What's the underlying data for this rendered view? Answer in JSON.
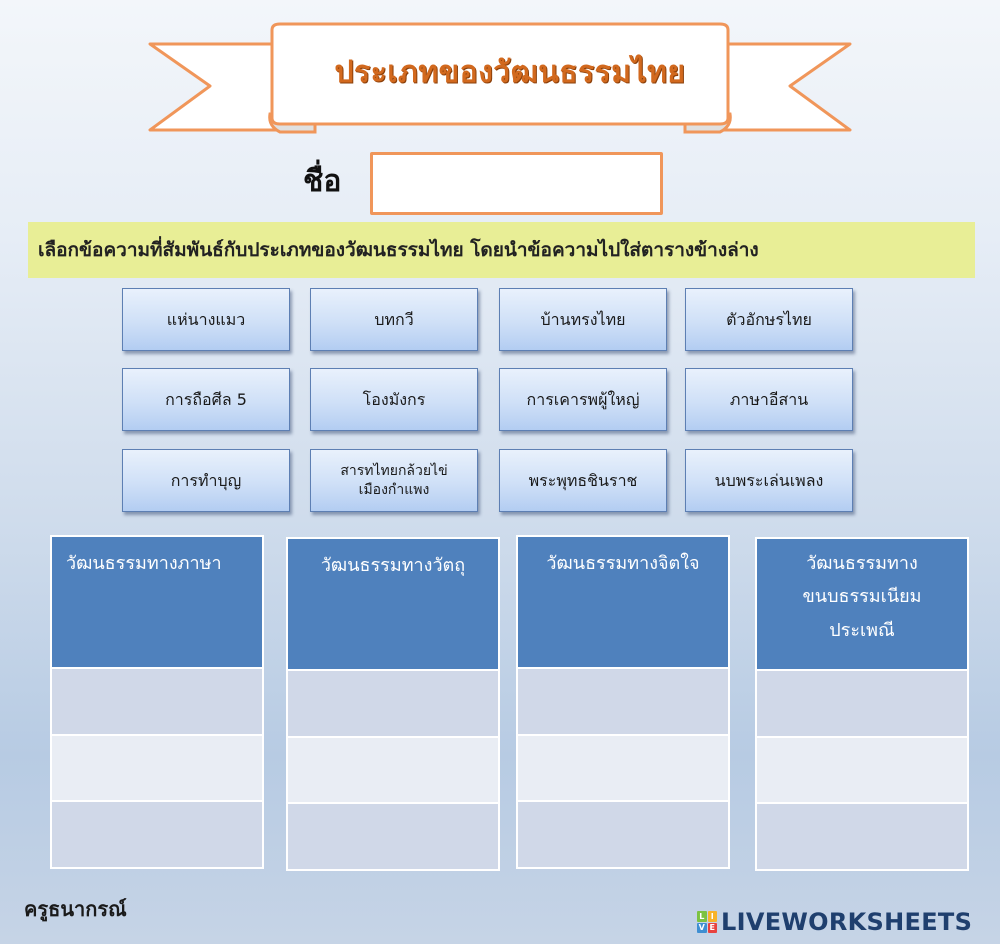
{
  "title": "ประเภทของวัฒนธรรมไทย",
  "name_field": {
    "label": "ชื่อ",
    "value": "",
    "placeholder": ""
  },
  "instruction": "เลือกข้อความที่สัมพันธ์กับประเภทของวัฒนธรรมไทย โดยนำข้อความไปใส่ตารางข้างล่าง",
  "cards": [
    {
      "label": "แห่นางแมว"
    },
    {
      "label": "บทกวี"
    },
    {
      "label": "บ้านทรงไทย"
    },
    {
      "label": "ตัวอักษรไทย"
    },
    {
      "label": "การถือศีล 5"
    },
    {
      "label": "โองมังกร"
    },
    {
      "label": "การเคารพผู้ใหญ่"
    },
    {
      "label": "ภาษาอีสาน"
    },
    {
      "label": "การทำบุญ"
    },
    {
      "label": "สารทไทยกล้วยไข่\nเมืองกำแพง",
      "line1": "สารทไทยกล้วยไข่",
      "line2": "เมืองกำแพง"
    },
    {
      "label": "พระพุทธชินราช"
    },
    {
      "label": "นบพระเล่นเพลง"
    }
  ],
  "categories": [
    {
      "title": "วัฒนธรรมทางภาษา",
      "slots": [
        "",
        "",
        ""
      ]
    },
    {
      "title": "วัฒนธรรมทางวัตถุ",
      "slots": [
        "",
        "",
        ""
      ]
    },
    {
      "title": "วัฒนธรรมทางจิตใจ",
      "slots": [
        "",
        "",
        ""
      ]
    },
    {
      "title": "วัฒนธรรมทาง ขนบธรรมเนียม ประเพณี",
      "line1": "วัฒนธรรมทาง",
      "line2": "ขนบธรรมเนียม",
      "line3": "ประเพณี",
      "slots": [
        "",
        "",
        ""
      ]
    }
  ],
  "footer": {
    "author": "ครูธนากรณ์",
    "brand": "LIVEWORKSHEETS",
    "brand_logo_letters": [
      "L",
      "I",
      "V",
      "E"
    ]
  },
  "colors": {
    "banner_orange": "#f0965a",
    "title_orange": "#d2691e",
    "instruction_bg": "#e8ee96",
    "category_header": "#4f81bd",
    "slot_dark": "#d0d8e8",
    "slot_light": "#e9edf4",
    "brand_text": "#1f3f6e"
  }
}
